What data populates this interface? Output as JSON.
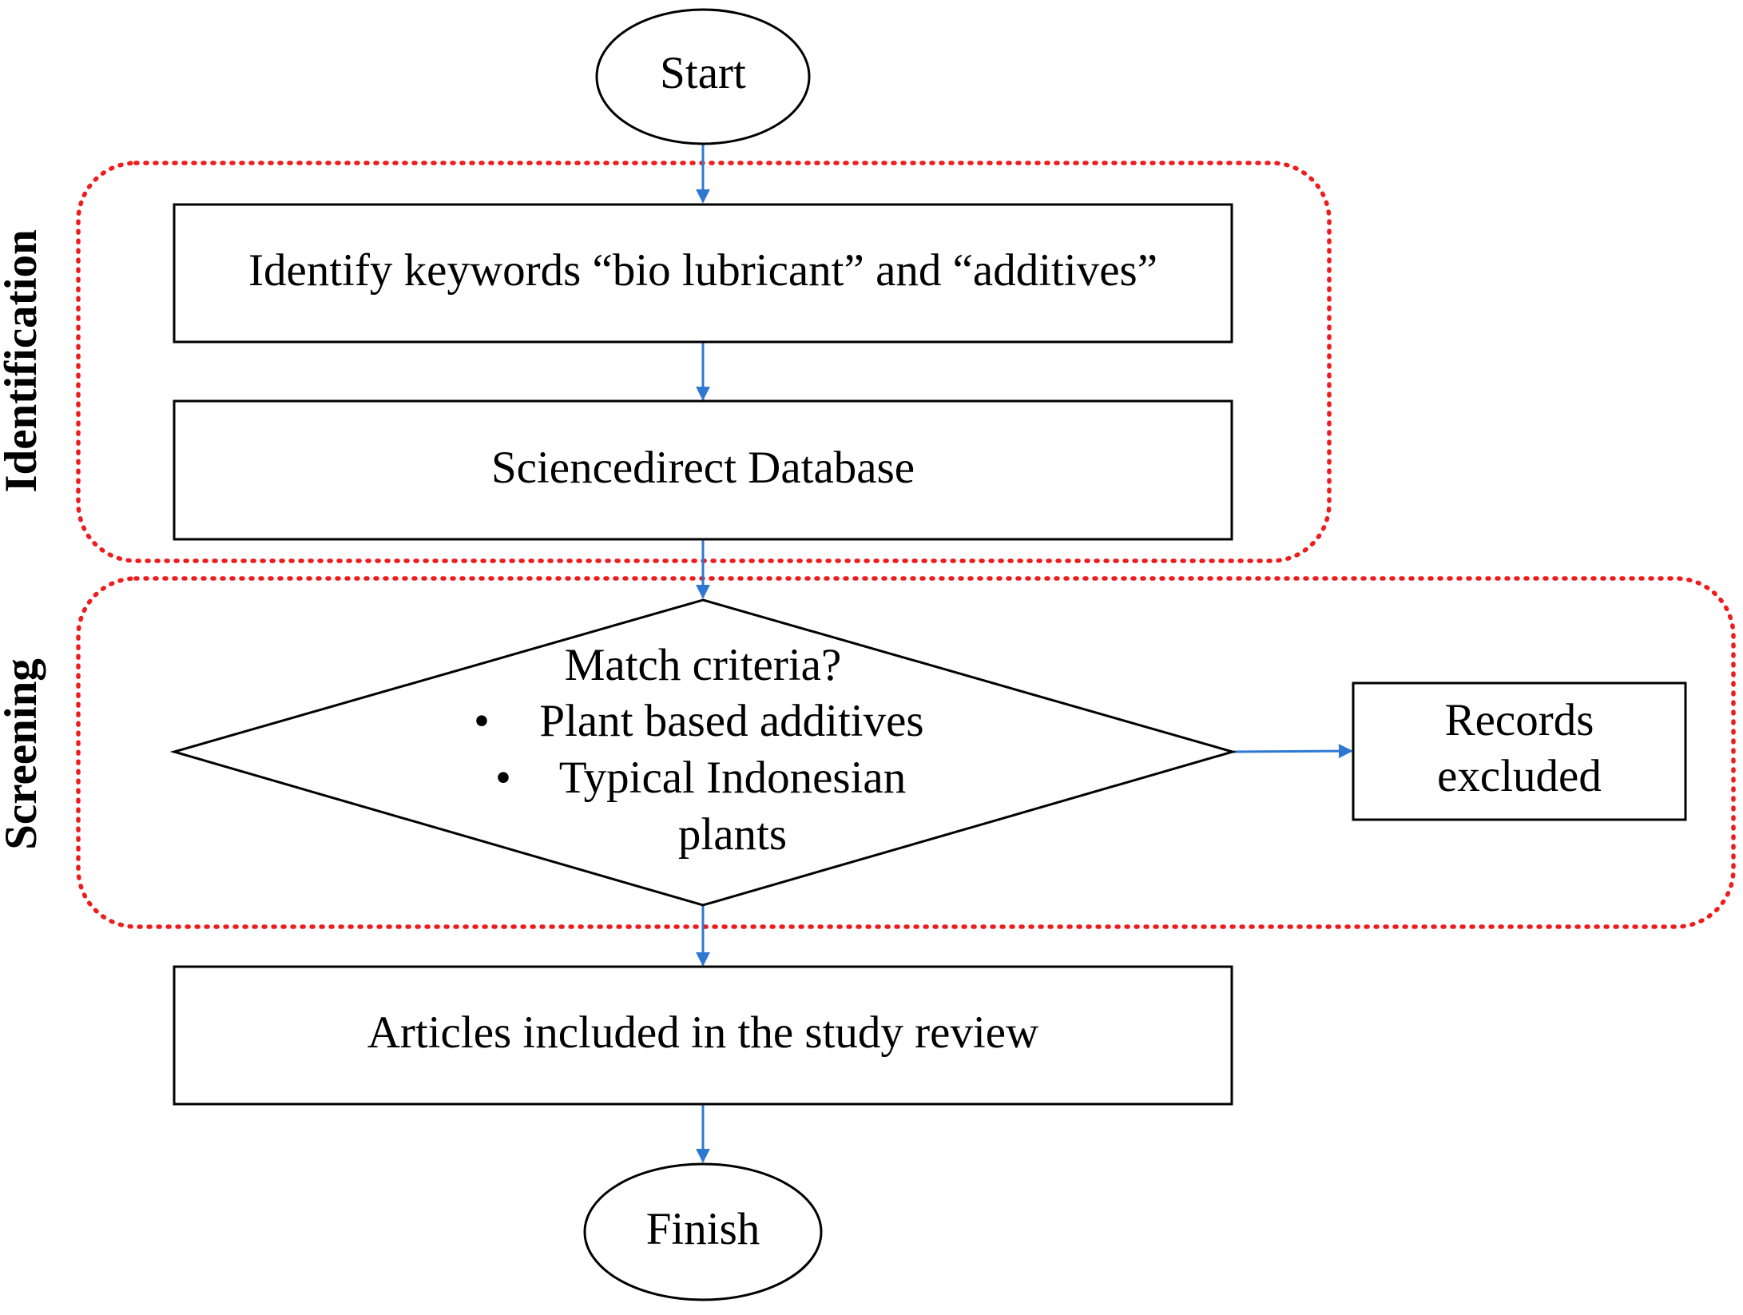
{
  "phases": {
    "identification": "Identification",
    "screening": "Screening"
  },
  "nodes": {
    "start": "Start",
    "identify": "Identify keywords “bio lubricant” and “additives”",
    "database": "Sciencedirect Database",
    "decision": {
      "question": "Match criteria?",
      "bullet_1": "Plant based additives",
      "bullet_2_line_1": "Typical Indonesian",
      "bullet_2_line_2": "plants",
      "bullet_symbol": "•"
    },
    "excluded": {
      "line_1": "Records",
      "line_2": "excluded"
    },
    "included": "Articles included in the study review",
    "finish": "Finish"
  },
  "colors": {
    "phase_border": "#ee1c1c",
    "connector": "#2e78d2",
    "shape_stroke": "#000000"
  }
}
